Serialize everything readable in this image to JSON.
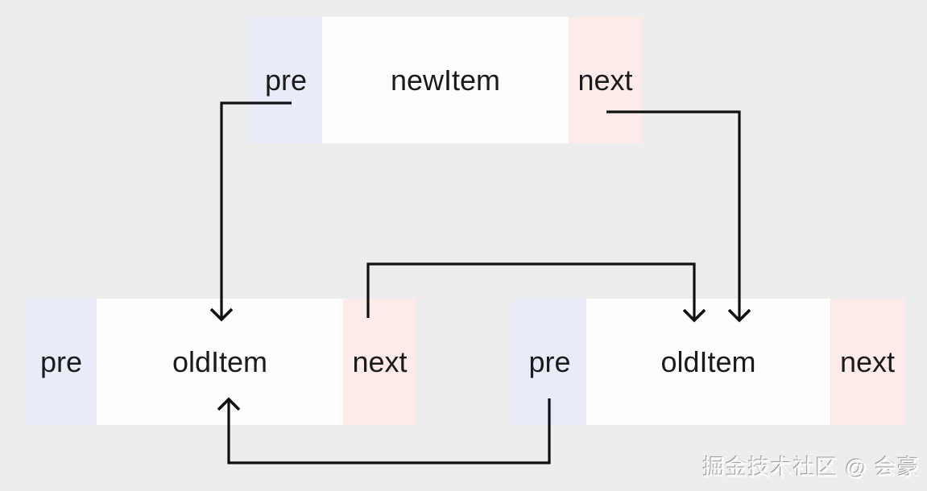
{
  "nodes": {
    "new_item": {
      "pre": "pre",
      "label": "newItem",
      "next": "next"
    },
    "old_item_left": {
      "pre": "pre",
      "label": "oldItem",
      "next": "next"
    },
    "old_item_right": {
      "pre": "pre",
      "label": "oldItem",
      "next": "next"
    }
  },
  "arrows": [
    {
      "from": "newItem.pre",
      "to": "oldItem-left"
    },
    {
      "from": "newItem.next",
      "to": "oldItem-right"
    },
    {
      "from": "oldItem-left.next",
      "to": "oldItem-right"
    },
    {
      "from": "oldItem-right.pre",
      "to": "oldItem-left"
    }
  ],
  "watermark": "掘金技术社区 @ 会豪",
  "colors": {
    "background": "#ededed",
    "pre_cell": "#e9ebf9",
    "next_cell": "#fcebe9",
    "node_body": "#fdfdfd",
    "arrow": "#101010",
    "label_text": "#1b1b1b"
  }
}
